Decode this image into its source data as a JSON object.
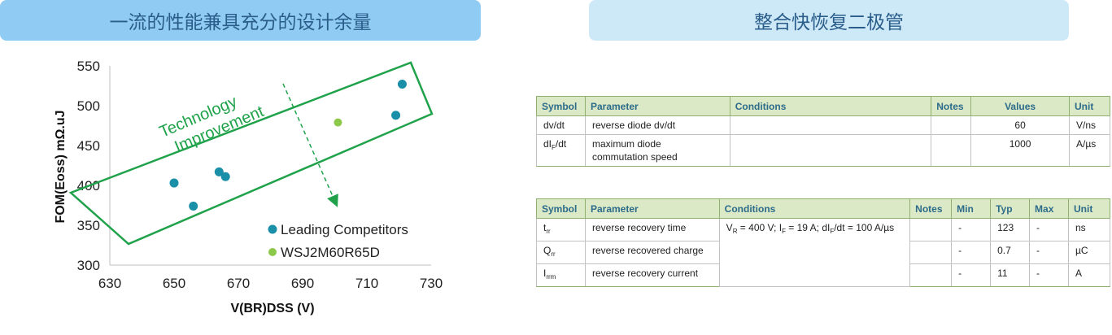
{
  "banners": {
    "left": "一流的性能兼具充分的设计余量",
    "right": "整合快恢复二极管"
  },
  "chart_data": {
    "type": "scatter",
    "xlabel": "V(BR)DSS (V)",
    "ylabel": "FOM(Eoss) mΩ.uJ",
    "xlim": [
      630,
      730
    ],
    "ylim": [
      300,
      550
    ],
    "xticks": [
      "630",
      "650",
      "670",
      "690",
      "710",
      "730"
    ],
    "yticks": [
      "300",
      "350",
      "400",
      "450",
      "500",
      "550"
    ],
    "grid": false,
    "legend_position": "bottom-right",
    "series": [
      {
        "name": "Leading Competitors",
        "color": "#1a8fa8",
        "points": [
          [
            650,
            403
          ],
          [
            656,
            374
          ],
          [
            664,
            417
          ],
          [
            666,
            411
          ],
          [
            719,
            488
          ],
          [
            721,
            527
          ]
        ]
      },
      {
        "name": "WSJ2M60R65D",
        "color": "#8cc94a",
        "points": [
          [
            701,
            479
          ]
        ]
      }
    ],
    "annotations": {
      "text_line1": "Technology",
      "text_line2": "Improvement",
      "color": "#1fa24a"
    }
  },
  "table1": {
    "headers": [
      "Symbol",
      "Parameter",
      "Conditions",
      "Notes",
      "Values",
      "Unit"
    ],
    "rows": [
      {
        "symbol": "dv/dt",
        "parameter": "reverse diode dv/dt",
        "conditions": "",
        "notes": "",
        "value": "60",
        "unit": "V/ns"
      },
      {
        "symbol_main": "dI",
        "symbol_sub": "F",
        "symbol_tail": "/dt",
        "parameter_l1": "maximum diode",
        "parameter_l2": "commutation speed",
        "conditions": "",
        "notes": "",
        "value": "1000",
        "unit": "A/µs"
      }
    ]
  },
  "table2": {
    "headers": [
      "Symbol",
      "Parameter",
      "Conditions",
      "Notes",
      "Min",
      "Typ",
      "Max",
      "Unit"
    ],
    "conditions": {
      "v": "V",
      "v_sub": "R",
      "v_rest": " = 400 V; I",
      "i_sub": "F",
      "i_rest": " = 19 A; dI",
      "di_sub": "F",
      "di_rest": "/dt = 100 A/µs"
    },
    "rows": [
      {
        "symbol": "t",
        "symbol_sub": "rr",
        "parameter": "reverse recovery time",
        "notes": "",
        "min": "-",
        "typ": "123",
        "max": "-",
        "unit": "ns"
      },
      {
        "symbol": "Q",
        "symbol_sub": "rr",
        "parameter": "reverse recovered charge",
        "notes": "",
        "min": "-",
        "typ": "0.7",
        "max": "-",
        "unit": "µC"
      },
      {
        "symbol": "I",
        "symbol_sub": "rrm",
        "parameter": "reverse recovery current",
        "notes": "",
        "min": "-",
        "typ": "11",
        "max": "-",
        "unit": "A"
      }
    ]
  }
}
